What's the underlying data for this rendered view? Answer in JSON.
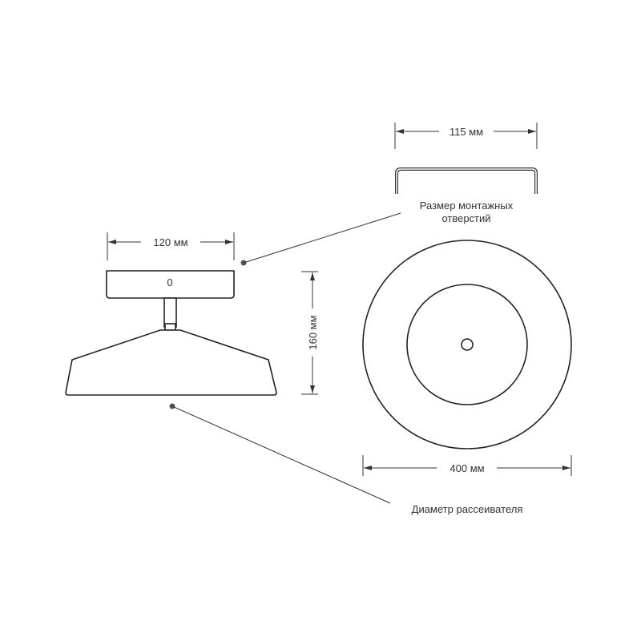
{
  "dimensions": {
    "base_width": "120 мм",
    "height": "160 мм",
    "diameter": "400 мм",
    "mount_spacing": "115 мм"
  },
  "base_label": "0",
  "callouts": {
    "mount_line1": "Размер монтажных",
    "mount_line2": "отверстий",
    "diffuser": "Диаметр рассеивателя"
  }
}
